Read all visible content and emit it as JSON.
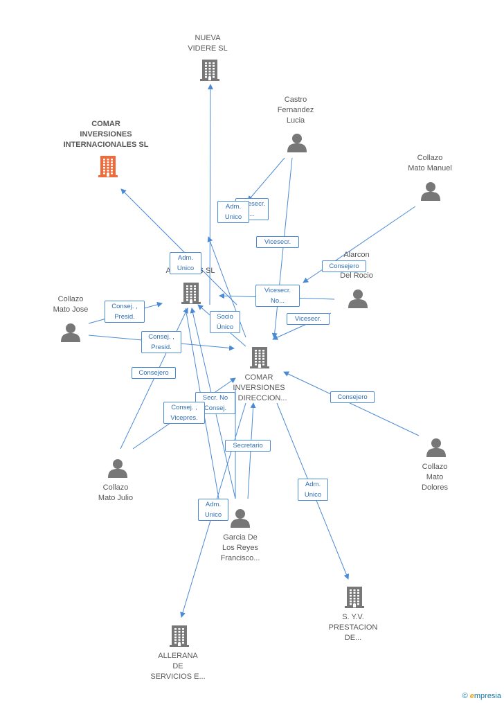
{
  "colors": {
    "edge": "#4a8ad4",
    "icon": "#777777",
    "highlight": "#f06a3a"
  },
  "nodes": [
    {
      "id": "nueva",
      "type": "company",
      "label": "NUEVA\nVIDERE SL"
    },
    {
      "id": "comar_int",
      "type": "company",
      "label": "COMAR\nINVERSIONES\nINTERNACIONALES SL",
      "highlight": true
    },
    {
      "id": "castro",
      "type": "person",
      "label": "Castro\nFernandez\nLucia"
    },
    {
      "id": "collazo_manuel",
      "type": "person",
      "label": "Collazo\nMato Manuel"
    },
    {
      "id": "alarcon",
      "type": "person",
      "label": "Alarcon\nMaria\nDel Rocio"
    },
    {
      "id": "alle",
      "type": "company",
      "label": "ALLE... US SL"
    },
    {
      "id": "collazo_jose",
      "type": "person",
      "label": "Collazo\nMato Jose"
    },
    {
      "id": "comar_dir",
      "type": "company",
      "label": "COMAR\nINVERSIONES\nY DIRECCION..."
    },
    {
      "id": "collazo_dolores",
      "type": "person",
      "label": "Collazo\nMato\nDolores"
    },
    {
      "id": "collazo_julio",
      "type": "person",
      "label": "Collazo\nMato Julio"
    },
    {
      "id": "garcia",
      "type": "person",
      "label": "Garcia De\nLos Reyes\nFrancisco..."
    },
    {
      "id": "syv",
      "type": "company",
      "label": "S. Y.V.\nPRESTACION\nDE..."
    },
    {
      "id": "allerana",
      "type": "company",
      "label": "ALLERANA\nDE\nSERVICIOS E..."
    }
  ],
  "edge_labels": [
    {
      "id": "castro_alle",
      "label": "Vicesecr.\n..."
    },
    {
      "id": "alle_nueva",
      "label": "Adm.\nUnico"
    },
    {
      "id": "castro_comar",
      "label": "Vicesecr."
    },
    {
      "id": "alle_comar_int",
      "label": "Adm.\nUnico"
    },
    {
      "id": "manuel_comar",
      "label": "Consejero"
    },
    {
      "id": "alarcon_alle",
      "label": "Vicesecr.\nNo..."
    },
    {
      "id": "alarcon_comar",
      "label": "Vicesecr."
    },
    {
      "id": "jose_alle",
      "label": "Consej. ,\nPresid."
    },
    {
      "id": "jose_comar",
      "label": "Consej. ,\nPresid."
    },
    {
      "id": "comar_alle",
      "label": "Socio\nÚnico"
    },
    {
      "id": "julio_alle",
      "label": "Consejero"
    },
    {
      "id": "garcia_comar",
      "label": "Secr. No\nConsej."
    },
    {
      "id": "julio_comar",
      "label": "Consej. ,\nVicepres."
    },
    {
      "id": "dolores_comar",
      "label": "Consejero"
    },
    {
      "id": "garcia_sec",
      "label": "Secretario"
    },
    {
      "id": "comar_syv",
      "label": "Adm.\nUnico"
    },
    {
      "id": "comar_allerana",
      "label": "Adm.\nUnico"
    }
  ],
  "brand": {
    "symbol": "©",
    "initial": "e",
    "rest": "mpresia"
  }
}
